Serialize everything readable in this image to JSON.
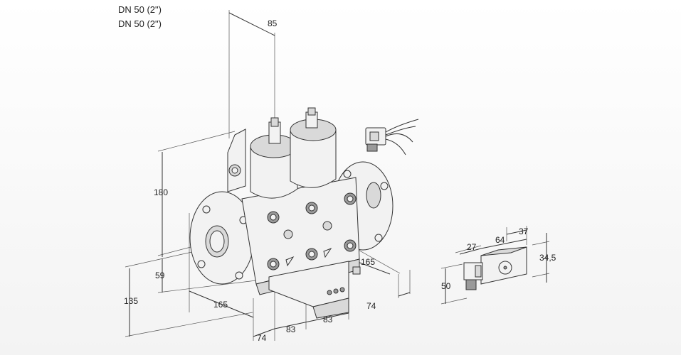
{
  "title_lines": [
    "DN 50 (2\")",
    "DN 50 (2\")"
  ],
  "dimensions": {
    "top_85": "85",
    "left_180": "180",
    "left_59": "59",
    "left_135": "135",
    "bottom_165": "165",
    "bottom_74": "74",
    "bottom_83a": "83",
    "bottom_83b": "83",
    "right_165": "165",
    "right_74": "74",
    "detail_27": "27",
    "detail_64": "64",
    "detail_37": "37",
    "detail_34_5": "34,5",
    "detail_50": "50"
  }
}
